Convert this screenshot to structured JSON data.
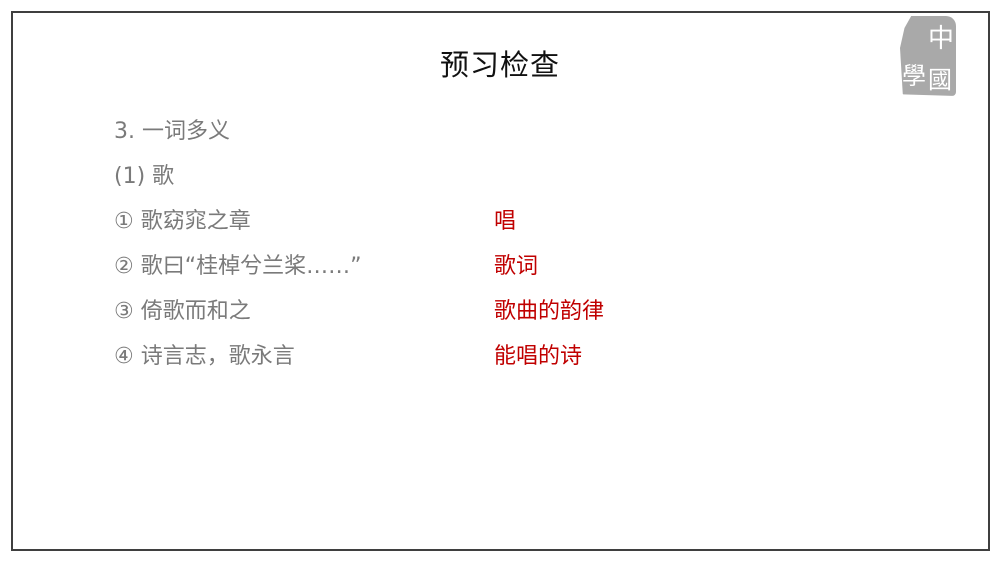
{
  "slide": {
    "title": "预习检查",
    "seal": {
      "chars": [
        "中",
        "國",
        "學"
      ],
      "description": "中国学 seal stamp logo"
    },
    "section_heading": "3. 一词多义",
    "sub_heading": "(1) 歌",
    "items": [
      {
        "marker": "①",
        "text": "① 歌窈窕之章",
        "answer": "唱"
      },
      {
        "marker": "②",
        "text": "② 歌曰“桂棹兮兰桨……”",
        "answer": "歌词"
      },
      {
        "marker": "③",
        "text": "③ 倚歌而和之",
        "answer": "歌曲的韵律"
      },
      {
        "marker": "④",
        "text": "④ 诗言志，歌永言",
        "answer": "能唱的诗"
      }
    ]
  },
  "colors": {
    "frame_border": "#3f3f3f",
    "body_text": "#7a7a7a",
    "answer_text": "#c00000",
    "title_text": "#111111",
    "seal_fill": "#a9a9a9"
  }
}
